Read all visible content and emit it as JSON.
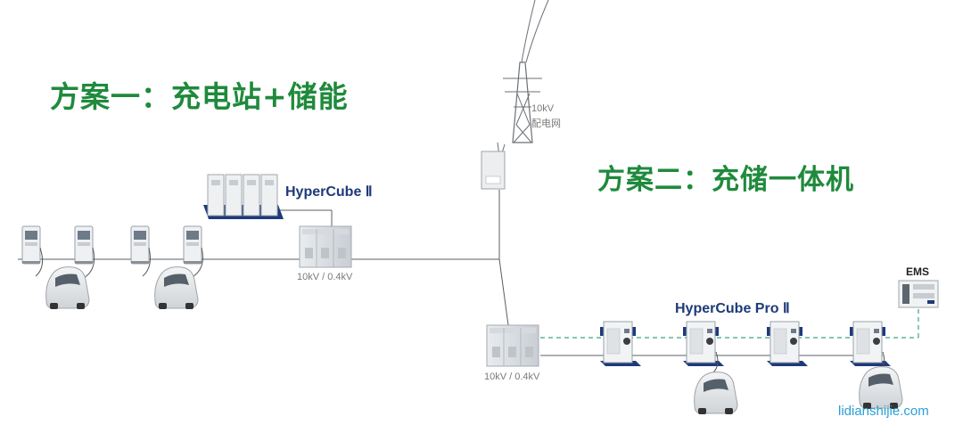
{
  "titles": {
    "plan1": "方案一：充电站+储能",
    "plan2": "方案二：充储一体机"
  },
  "labels": {
    "hypercube2": "HyperCube Ⅱ",
    "hypercube_pro2": "HyperCube Pro Ⅱ",
    "transformer_left": "10kV / 0.4kV",
    "transformer_right": "10kV / 0.4kV",
    "grid_voltage": "10kV",
    "grid_name": "配电网",
    "ems": "EMS",
    "watermark": "lidianshijie.com"
  },
  "colors": {
    "title_green": "#1f8a3c",
    "brand_navy": "#1d3a7a",
    "dashed_line": "#3aa38a",
    "watermark": "#2a9fd6"
  }
}
